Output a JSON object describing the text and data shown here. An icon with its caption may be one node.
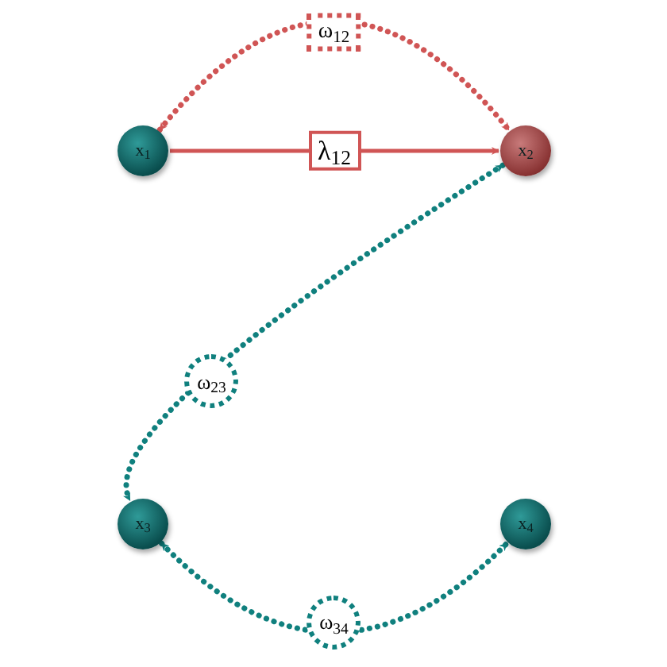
{
  "diagram": {
    "nodes": [
      {
        "text": [
          "x$_{1}$"
        ]
      },
      {
        "text": [
          "x$_{2}$"
        ]
      },
      {
        "text": [
          "x$_{3}$"
        ]
      },
      {
        "text": [
          "x$_{4}$"
        ]
      }
    ],
    "edges": [
      {
        "from": 0,
        "to": 1,
        "arrow": "to",
        "label": "λ$_{12}$",
        "color": "#d05555"
      },
      {
        "from": 0,
        "to": 1,
        "arrow": "both",
        "label": "ω$_{12}$",
        "style": "dashed",
        "color": "#d05555"
      },
      {
        "from": 1,
        "to": 2,
        "arrow": "both",
        "label": "ω$_{23}$",
        "style": "dashed",
        "color": "#10807e"
      },
      {
        "from": 2,
        "to": 3,
        "arrow": "both",
        "label": "ω$_{34}$",
        "style": "dashed",
        "color": "#10807e"
      }
    ]
  }
}
